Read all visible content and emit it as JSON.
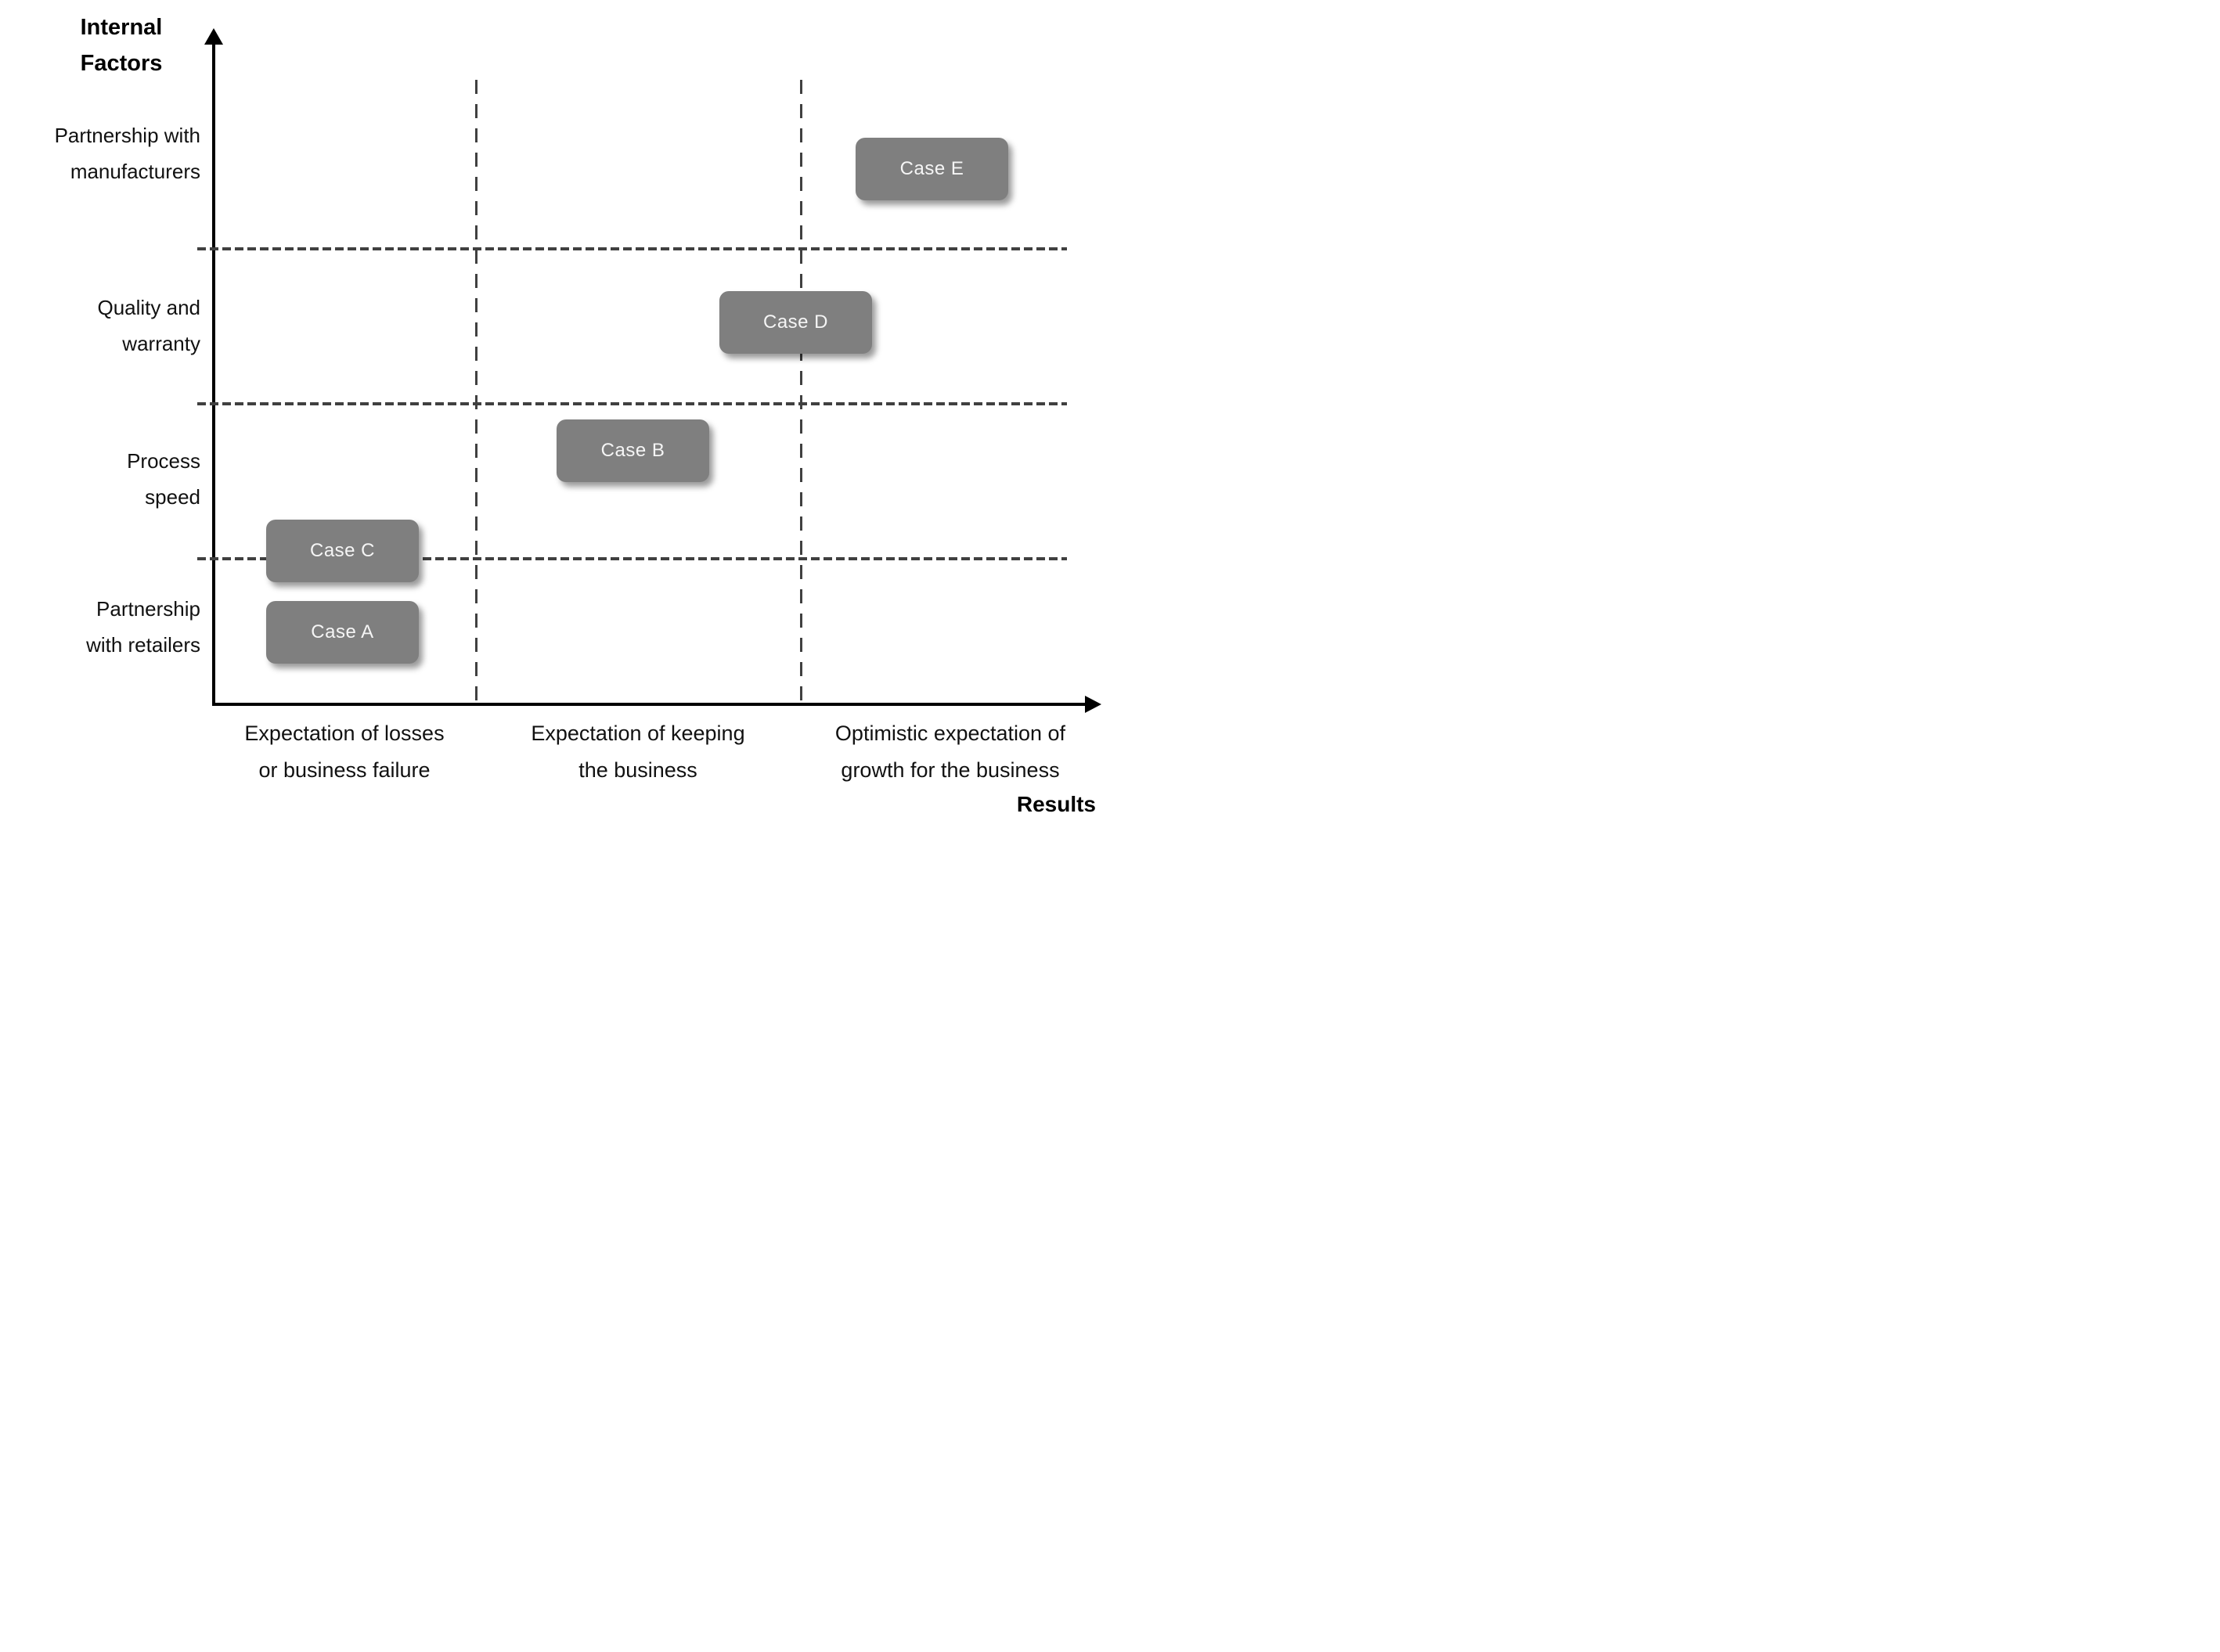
{
  "colors": {
    "background": "#ffffff",
    "case_box_fill": "#7f7f7f",
    "case_box_text": "#f5f5f5",
    "axis_line": "#000000",
    "dashed_grid": "#404040",
    "label_text": "#111111"
  },
  "chart_data": {
    "type": "scatter",
    "y_axis_title": "Internal\nFactors",
    "x_axis_title": "Results",
    "y_categories": [
      "Partnership with\nmanufacturers",
      "Quality and\nwarranty",
      "Process\nspeed",
      "Partnership\nwith retailers"
    ],
    "x_categories": [
      "Expectation of losses\nor business failure",
      "Expectation of keeping\nthe business",
      "Optimistic expectation of\ngrowth for the business"
    ],
    "grid": "dashed dividers: 2 vertical between the 3 columns, 3 horizontal between the 4 rows",
    "legend": "none",
    "points": [
      {
        "label": "Case A",
        "column": 1,
        "row": 1,
        "x_category": "Expectation of losses or business failure",
        "y_category": "Partnership with retailers"
      },
      {
        "label": "Case B",
        "column": 2,
        "row": 2,
        "x_category": "Expectation of keeping the business",
        "y_category": "Process speed"
      },
      {
        "label": "Case C",
        "column": 1,
        "row": 1.5,
        "x_category": "Expectation of losses or business failure",
        "y_category": "between Partnership with retailers and Process speed"
      },
      {
        "label": "Case D",
        "column": 2.5,
        "row": 3,
        "x_category": "between Expectation of keeping the business and Optimistic expectation of growth for the business",
        "y_category": "Quality and warranty"
      },
      {
        "label": "Case E",
        "column": 3,
        "row": 4,
        "x_category": "Optimistic expectation of growth for the business",
        "y_category": "Partnership with manufacturers"
      }
    ]
  }
}
